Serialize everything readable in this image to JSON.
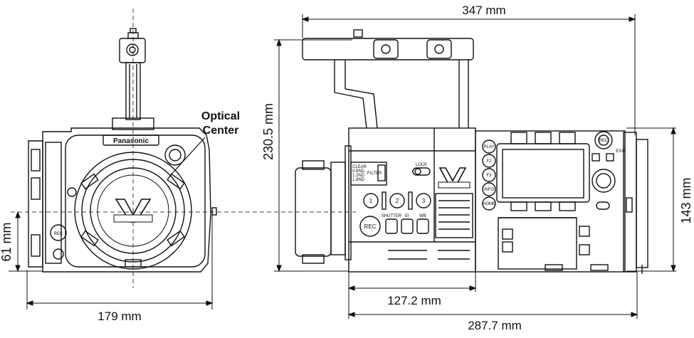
{
  "dimensions": {
    "total_length": "347 mm",
    "total_height": "230.5 mm",
    "body_height": "143 mm",
    "lens_axis_height": "61 mm",
    "front_width": "179 mm",
    "front_section_depth": "127.2 mm",
    "body_depth": "287.7 mm"
  },
  "callout": {
    "line1": "Optical",
    "line2": "Center"
  },
  "front_view": {
    "brand_plate": "Panasonic",
    "rec_button": "REC"
  },
  "side_view": {
    "rec_button": "REC",
    "user_buttons": [
      "1",
      "2",
      "3"
    ],
    "button_labels": [
      "SHUTTER",
      "EI",
      "WB"
    ],
    "lock_label": "LOCK",
    "filter_label": "FILTER",
    "filter_options": [
      "CLEAR",
      "0.6ND",
      "1.2ND",
      "1.8ND"
    ],
    "menu_buttons": [
      "PLAY",
      "F2",
      "F3",
      "INFO",
      "HOME"
    ],
    "top_right_buttons": [
      "EXIT",
      "REC"
    ]
  }
}
